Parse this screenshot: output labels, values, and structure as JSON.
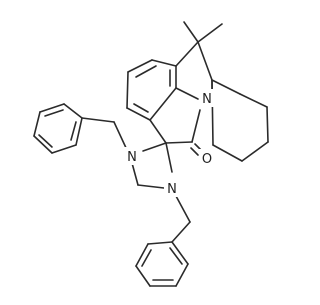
{
  "molecule": {
    "atoms": {
      "n1": "N",
      "n2": "N",
      "n3": "N",
      "o1": "O"
    }
  },
  "colors": {
    "bond": "#2b2b2b",
    "label": "#1f1f1f",
    "background": "#ffffff"
  }
}
